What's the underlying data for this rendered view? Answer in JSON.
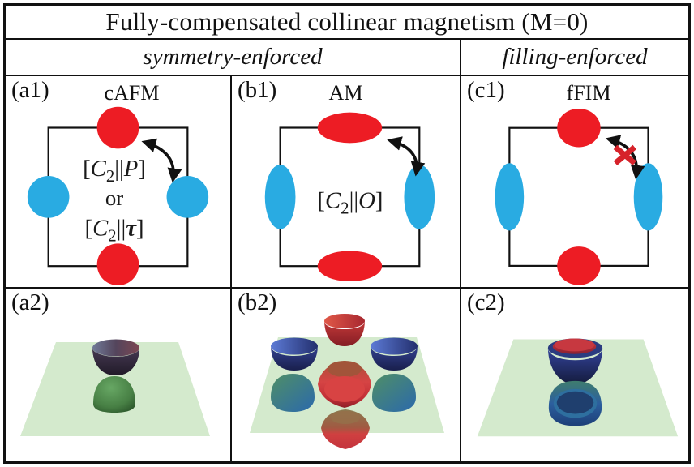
{
  "title": "Fully-compensated collinear magnetism (M=0)",
  "header": {
    "symmetry": "symmetry-enforced",
    "filling": "filling-enforced"
  },
  "panels": {
    "a1": {
      "tag": "(a1)",
      "name": "cAFM",
      "formula1": {
        "lb": "[",
        "sym": "C",
        "sub": "2",
        "bars": "||",
        "op": "P",
        "rb": "]"
      },
      "conj": "or",
      "formula2": {
        "lb": "[",
        "sym": "C",
        "sub": "2",
        "bars": "||",
        "op": "τ",
        "rb": "]"
      }
    },
    "b1": {
      "tag": "(b1)",
      "name": "AM",
      "formula": {
        "lb": "[",
        "sym": "C",
        "sub": "2",
        "bars": "||",
        "op": "O",
        "rb": "]"
      }
    },
    "c1": {
      "tag": "(c1)",
      "name": "fFIM"
    },
    "a2": {
      "tag": "(a2)"
    },
    "b2": {
      "tag": "(b2)"
    },
    "c2": {
      "tag": "(c2)"
    }
  },
  "colors": {
    "spin_red": "#ED1C24",
    "spin_blue": "#29ABE2",
    "cross_red": "#D6222A",
    "plane_green": "#D4EACD",
    "line_black": "#111111"
  }
}
